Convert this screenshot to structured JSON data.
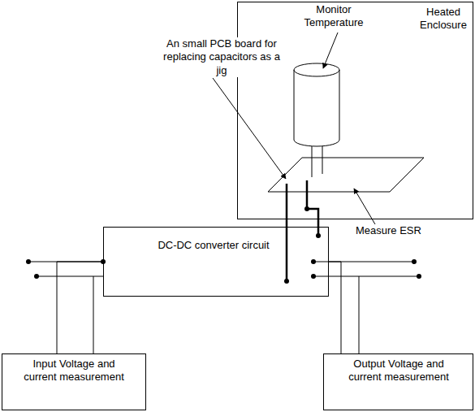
{
  "diagram": {
    "nodes": [
      {
        "text": [
          "Heated Enclosure"
        ]
      },
      {
        "text": [
          "DC-DC converter circuit"
        ]
      },
      {
        "text": [
          "Input Voltage and current measurement"
        ]
      },
      {
        "text": [
          "Output Voltage and current measurement"
        ]
      }
    ],
    "edges": [
      {
        "from": 2,
        "to": 1,
        "arrow": "none"
      },
      {
        "from": 1,
        "to": 3,
        "arrow": "none"
      }
    ],
    "labels": [
      "Monitor Temperature",
      "An small PCB board for replacing capacitors as a jig",
      "Measure ESR"
    ]
  }
}
